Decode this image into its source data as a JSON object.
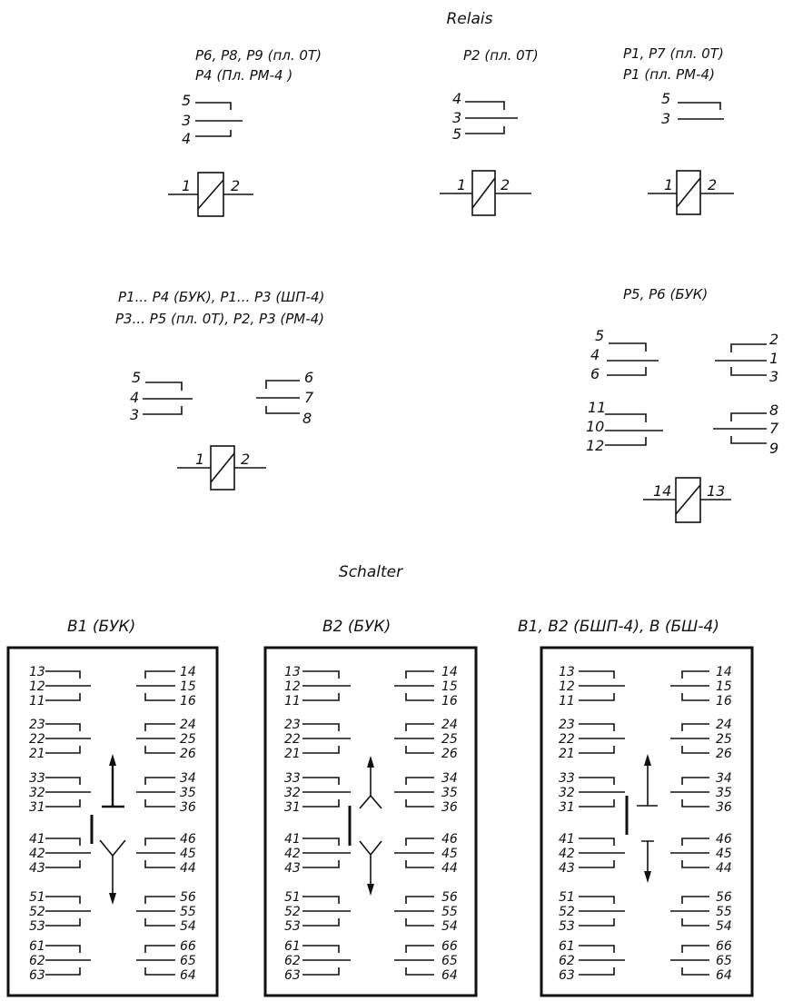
{
  "headings": {
    "relais": "Relais",
    "schalter": "Schalter"
  },
  "relays": [
    {
      "label_lines": [
        "P6, P8, P9 (пл. 0T)",
        "P4  (Пл. PM-4 )"
      ],
      "contacts": [
        [
          "5",
          "3",
          "4"
        ]
      ],
      "coil": [
        "1",
        "2"
      ]
    },
    {
      "label_lines": [
        "P2  (пл. 0T)"
      ],
      "contacts": [
        [
          "4",
          "3",
          "5"
        ]
      ],
      "coil": [
        "1",
        "2"
      ]
    },
    {
      "label_lines": [
        "P1, P7 (пл. 0T)",
        "P1  (пл. PM-4)"
      ],
      "contacts": [
        [
          "5",
          "3"
        ]
      ],
      "coil": [
        "1",
        "2"
      ]
    },
    {
      "label_lines": [
        "P1... P4 (БУК), P1... P3 (ШП-4)",
        "P3... P5 (пл. 0T), P2, P3 (PM-4)"
      ],
      "contacts": [
        [
          "5",
          "4",
          "3"
        ],
        [
          "6",
          "7",
          "8"
        ]
      ],
      "coil": [
        "1",
        "2"
      ]
    },
    {
      "label_lines": [
        "P5, P6  (БУК)"
      ],
      "contacts": [
        [
          "5",
          "4",
          "6"
        ],
        [
          "2",
          "1",
          "3"
        ],
        [
          "11",
          "10",
          "12"
        ],
        [
          "8",
          "7",
          "9"
        ]
      ],
      "coil": [
        "14",
        "13"
      ]
    }
  ],
  "switches": [
    {
      "title": "B1 (БУК)",
      "left": [
        [
          "13",
          "12",
          "11"
        ],
        [
          "23",
          "22",
          "21"
        ],
        [
          "33",
          "32",
          "31"
        ],
        [
          "41",
          "42",
          "43"
        ],
        [
          "51",
          "52",
          "53"
        ],
        [
          "61",
          "62",
          "63"
        ]
      ],
      "right": [
        [
          "14",
          "15",
          "16"
        ],
        [
          "24",
          "25",
          "26"
        ],
        [
          "34",
          "35",
          "36"
        ],
        [
          "46",
          "45",
          "44"
        ],
        [
          "56",
          "55",
          "54"
        ],
        [
          "66",
          "65",
          "64"
        ]
      ]
    },
    {
      "title": "B2 (БУК)",
      "left": [
        [
          "13",
          "12",
          "11"
        ],
        [
          "23",
          "22",
          "21"
        ],
        [
          "33",
          "32",
          "31"
        ],
        [
          "41",
          "42",
          "43"
        ],
        [
          "51",
          "52",
          "53"
        ],
        [
          "61",
          "62",
          "63"
        ]
      ],
      "right": [
        [
          "14",
          "15",
          "16"
        ],
        [
          "24",
          "25",
          "26"
        ],
        [
          "34",
          "35",
          "36"
        ],
        [
          "46",
          "45",
          "44"
        ],
        [
          "56",
          "55",
          "54"
        ],
        [
          "66",
          "65",
          "64"
        ]
      ]
    },
    {
      "title": "B1, B2 (БШП-4), B (БШ-4)",
      "left": [
        [
          "13",
          "12",
          "11"
        ],
        [
          "23",
          "22",
          "21"
        ],
        [
          "33",
          "32",
          "31"
        ],
        [
          "41",
          "42",
          "43"
        ],
        [
          "51",
          "52",
          "53"
        ],
        [
          "61",
          "62",
          "63"
        ]
      ],
      "right": [
        [
          "14",
          "15",
          "16"
        ],
        [
          "24",
          "25",
          "26"
        ],
        [
          "34",
          "35",
          "36"
        ],
        [
          "46",
          "45",
          "44"
        ],
        [
          "56",
          "55",
          "54"
        ],
        [
          "66",
          "65",
          "64"
        ]
      ]
    }
  ]
}
